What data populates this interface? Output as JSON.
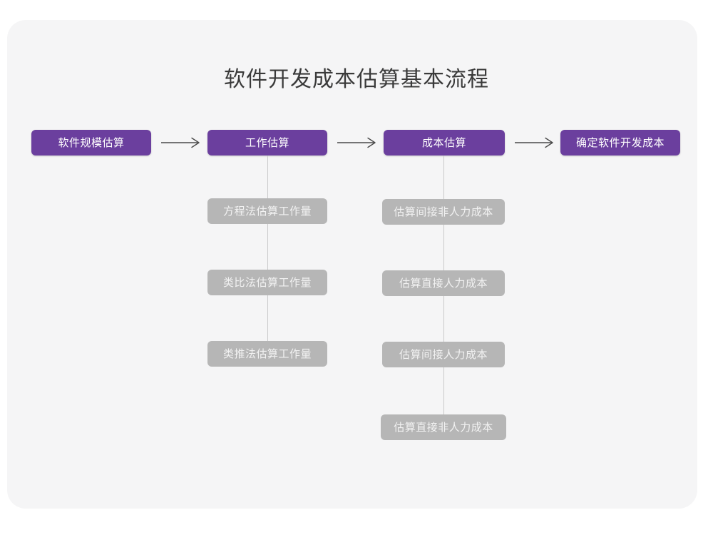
{
  "diagram": {
    "title": "软件开发成本估算基本流程",
    "colors": {
      "primary": "#6b3f9e",
      "secondary": "#b6b6b6",
      "card_background": "#f5f5f6",
      "page_background": "#ffffff",
      "connector": "#c9c9c9",
      "arrow": "#4a4a4a",
      "title_text": "#3a3a3a"
    },
    "main_flow": [
      {
        "id": "scale",
        "label": "软件规模估算"
      },
      {
        "id": "effort",
        "label": "工作估算"
      },
      {
        "id": "cost",
        "label": "成本估算"
      },
      {
        "id": "final",
        "label": "确定软件开发成本"
      }
    ],
    "arrows": [
      {
        "id": "arrow-1",
        "glyph": "arrow-right-icon"
      },
      {
        "id": "arrow-2",
        "glyph": "arrow-right-icon"
      },
      {
        "id": "arrow-3",
        "glyph": "arrow-right-icon"
      }
    ],
    "effort_children": [
      {
        "id": "equation",
        "label": "方程法估算工作量"
      },
      {
        "id": "analogy",
        "label": "类比法估算工作量"
      },
      {
        "id": "inference",
        "label": "类推法估算工作量"
      }
    ],
    "cost_children": [
      {
        "id": "indirect-nonlabor",
        "label": "估算间接非人力成本"
      },
      {
        "id": "direct-labor",
        "label": "估算直接人力成本"
      },
      {
        "id": "indirect-labor",
        "label": "估算间接人力成本"
      },
      {
        "id": "direct-nonlabor",
        "label": "估算直接非人力成本"
      }
    ]
  }
}
